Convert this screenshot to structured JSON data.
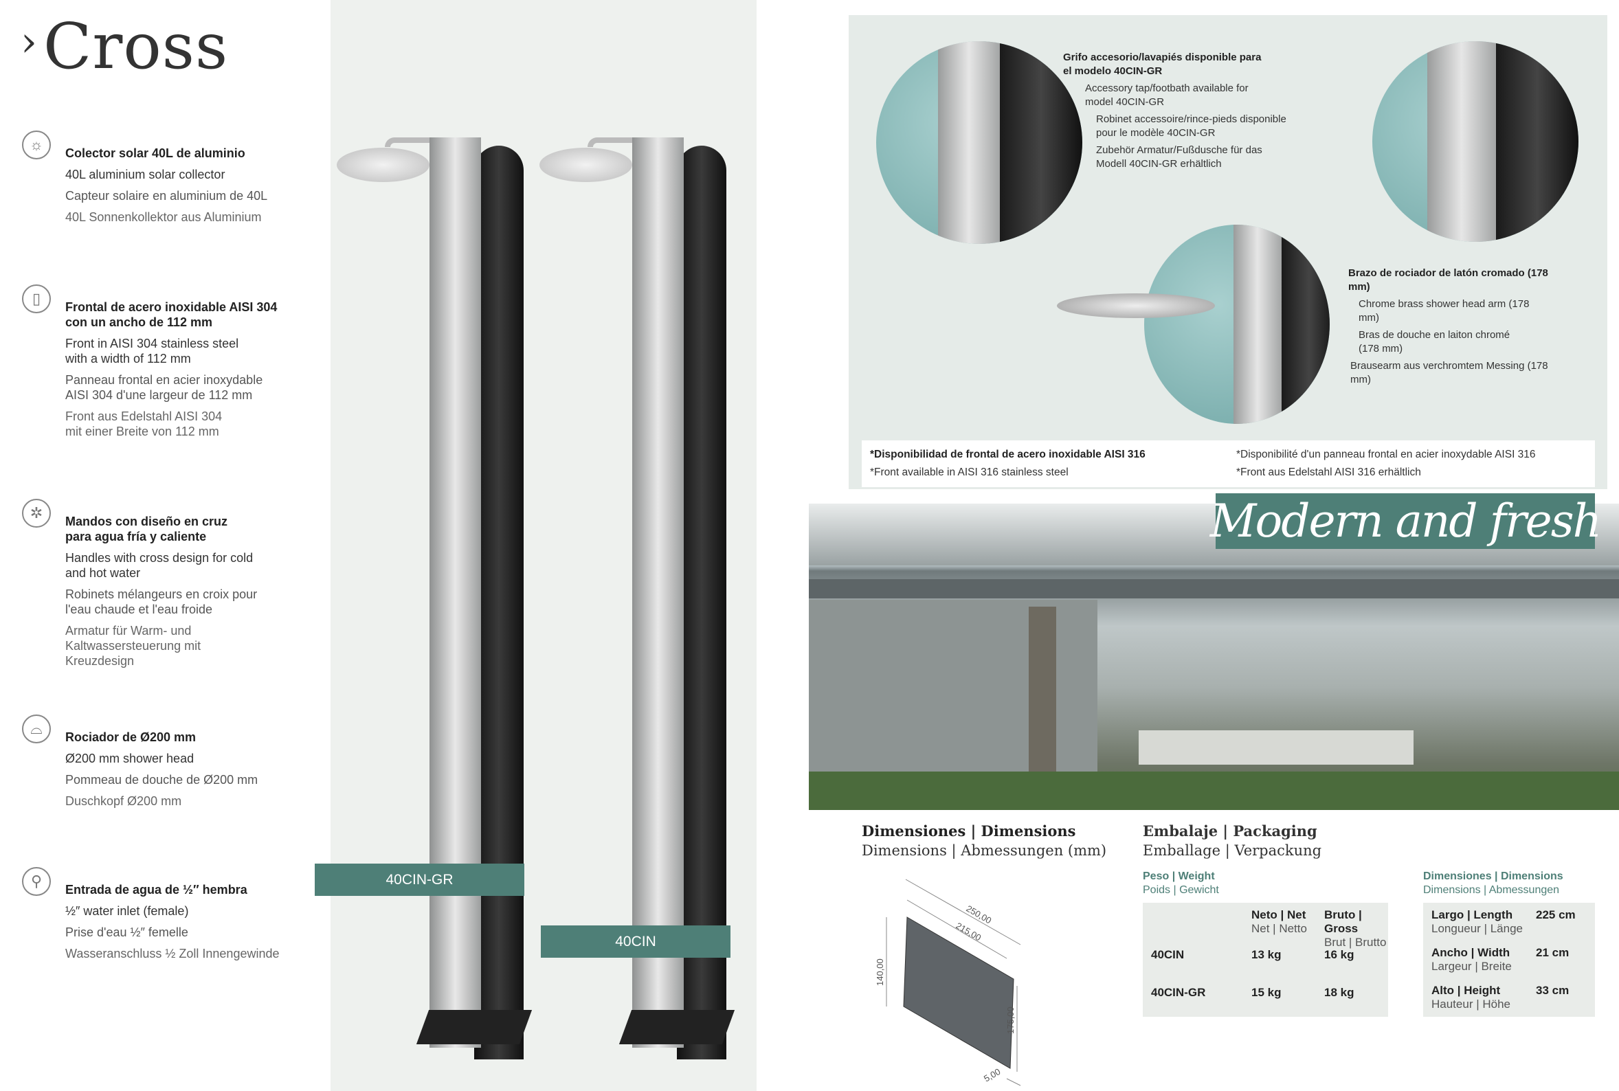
{
  "title": "Cross",
  "features": [
    {
      "icon": "sun-icon",
      "es": "Colector solar 40L de aluminio",
      "en": "40L aluminium solar collector",
      "fr": "Capteur solaire en aluminium de 40L",
      "de": "40L Sonnenkollektor aus Aluminium"
    },
    {
      "icon": "panel-icon",
      "es": "Frontal de acero inoxidable AISI 304 con un ancho de 112 mm",
      "en": "Front in AISI 304 stainless steel with a width of 112 mm",
      "fr": "Panneau frontal en acier inoxydable AISI 304 d'une largeur de 112 mm",
      "de": "Front aus Edelstahl AISI 304 mit einer Breite von 112 mm"
    },
    {
      "icon": "cross-handle-icon",
      "es": "Mandos con diseño en cruz para agua fría y caliente",
      "en": "Handles with cross design for cold and hot water",
      "fr": "Robinets mélangeurs en croix pour l'eau chaude et l'eau froide",
      "de": "Armatur für Warm- und Kaltwassersteuerung mit Kreuzdesign"
    },
    {
      "icon": "shower-head-icon",
      "es": "Rociador de Ø200 mm",
      "en": "Ø200 mm shower head",
      "fr": "Pommeau de douche de Ø200 mm",
      "de": "Duschkopf Ø200 mm"
    },
    {
      "icon": "water-inlet-icon",
      "es": "Entrada de agua de ½″ hembra",
      "en": "½″ water inlet (female)",
      "fr": "Prise d'eau ½″ femelle",
      "de": "Wasseranschluss ½ Zoll Innengewinde"
    }
  ],
  "models": {
    "gr": "40CIN-GR",
    "std": "40CIN"
  },
  "callouts": {
    "tap": [
      "Grifo accesorio/lavapiés disponible para el modelo 40CIN-GR",
      "Accessory tap/footbath available for model 40CIN-GR",
      "Robinet accessoire/rince-pieds disponible pour le modèle 40CIN-GR",
      "Zubehör Armatur/Fußdusche für das Modell 40CIN-GR erhältlich"
    ],
    "arm": [
      "Brazo de rociador de latón cromado (178 mm)",
      "Chrome brass shower head arm (178 mm)",
      "Bras de douche en laiton chromé (178 mm)",
      "Brausearm aus verchromtem Messing (178 mm)"
    ]
  },
  "note": {
    "es": "*Disponibilidad de frontal de acero inoxidable AISI 316",
    "en": "*Front available in AISI 316 stainless steel",
    "fr": "*Disponibilité d'un panneau frontal en acier inoxydable AISI 316",
    "de": "*Front aus Edelstahl AISI 316 erhältlich"
  },
  "slogan": "Modern and fresh",
  "dimensions": {
    "title1": "Dimensiones | Dimensions",
    "title2": "Dimensions | Abmessungen (mm)",
    "d1": "250,00",
    "d2": "215,00",
    "d3": "140,00",
    "d4": "175,00",
    "d5": "5,00"
  },
  "packaging": {
    "title1": "Embalaje | Packaging",
    "title2": "Emballage | Verpackung",
    "weight": {
      "h1": "Peso | Weight",
      "h2": "Poids | Gewicht",
      "net1": "Neto | Net",
      "net2": "Net | Netto",
      "gross1": "Bruto | Gross",
      "gross2": "Brut | Brutto",
      "rows": [
        {
          "model": "40CIN",
          "net": "13 kg",
          "gross": "16 kg"
        },
        {
          "model": "40CIN-GR",
          "net": "15 kg",
          "gross": "18 kg"
        }
      ]
    },
    "dims": {
      "h1": "Dimensiones | Dimensions",
      "h2": "Dimensions | Abmessungen",
      "rows": [
        {
          "l1": "Largo | Length",
          "l2": "Longueur | Länge",
          "v": "225 cm"
        },
        {
          "l1": "Ancho | Width",
          "l2": "Largeur | Breite",
          "v": "21 cm"
        },
        {
          "l1": "Alto | Height",
          "l2": "Hauteur | Höhe",
          "v": "33 cm"
        }
      ]
    }
  },
  "colors": {
    "accent": "#4e7f77",
    "panel": "#e5ebe8"
  }
}
